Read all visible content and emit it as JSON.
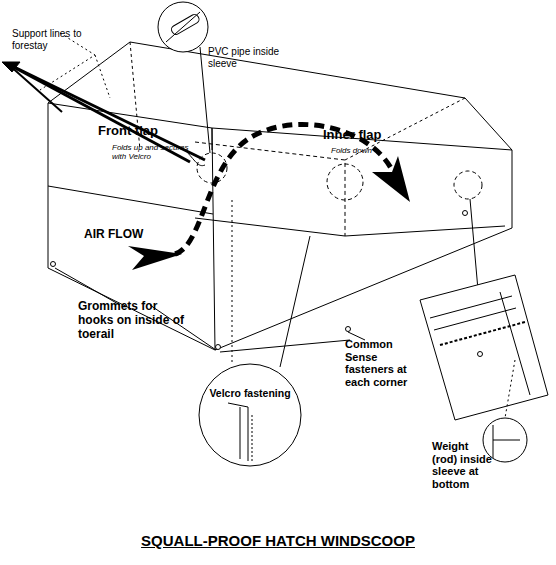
{
  "diagram": {
    "title": "SQUALL-PROOF HATCH WINDSCOOP",
    "nodes": [
      {
        "text": [
          "Velcro fastening"
        ]
      }
    ],
    "labels": [
      "Support lines to forestay",
      "PVC pipe inside sleeve",
      "Front flap",
      "Folds up and secures with Velcro",
      "Inner flap",
      "Folds down",
      "AIR FLOW",
      "Grommets for hooks on inside of toerail",
      "Common Sense fasteners at each corner",
      "Weight (rod) inside sleeve at bottom"
    ]
  }
}
